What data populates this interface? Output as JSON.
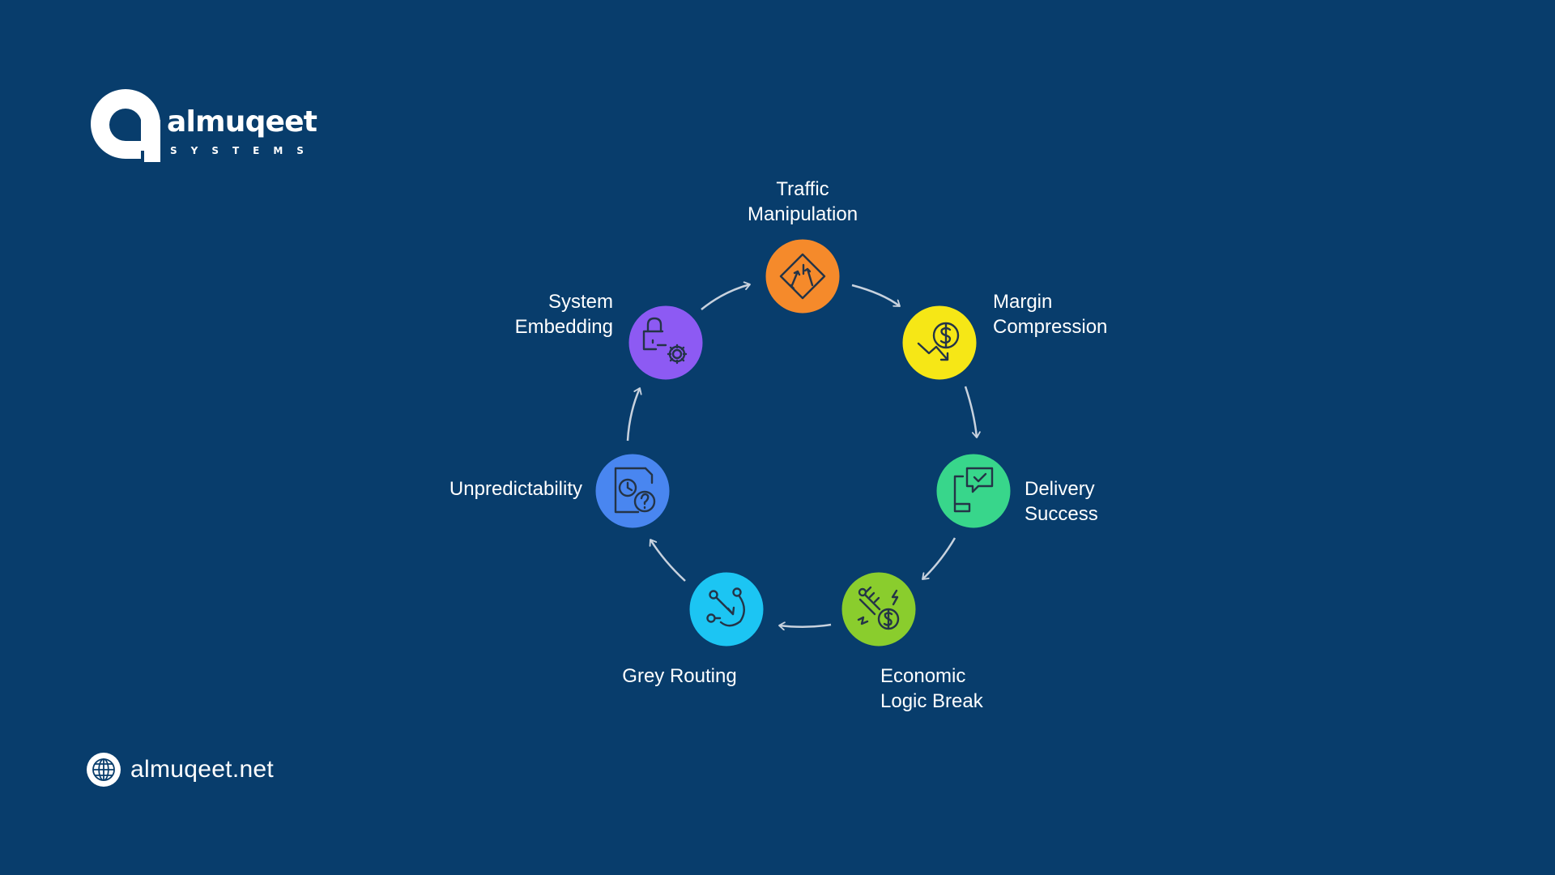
{
  "brand": {
    "name": "almuqeet",
    "subtitle": "SYSTEMS"
  },
  "diagram": {
    "steps": [
      {
        "line1": "Traffic",
        "line2": "Manipulation",
        "icon": "road-sign-icon",
        "color": "#f58a2b"
      },
      {
        "line1": "Margin",
        "line2": "Compression",
        "icon": "dollar-decline-icon",
        "color": "#f6e716"
      },
      {
        "line1": "Delivery",
        "line2": "Success",
        "icon": "device-message-check-icon",
        "color": "#38d68b"
      },
      {
        "line1": "Economic",
        "line2": "Logic Break",
        "icon": "broken-economy-icon",
        "color": "#8acd2d"
      },
      {
        "line1": "Grey Routing",
        "line2": "",
        "icon": "routing-path-icon",
        "color": "#1cc5f3"
      },
      {
        "line1": "Unpredictability",
        "line2": "",
        "icon": "document-clock-question-icon",
        "color": "#4986f0"
      },
      {
        "line1": "System",
        "line2": "Embedding",
        "icon": "lock-gear-icon",
        "color": "#8d5af3"
      }
    ],
    "arrow_color": "#c8d2de",
    "icon_stroke_color": "#243447"
  },
  "footer": {
    "website": "almuqeet.net",
    "icon": "globe-icon"
  }
}
